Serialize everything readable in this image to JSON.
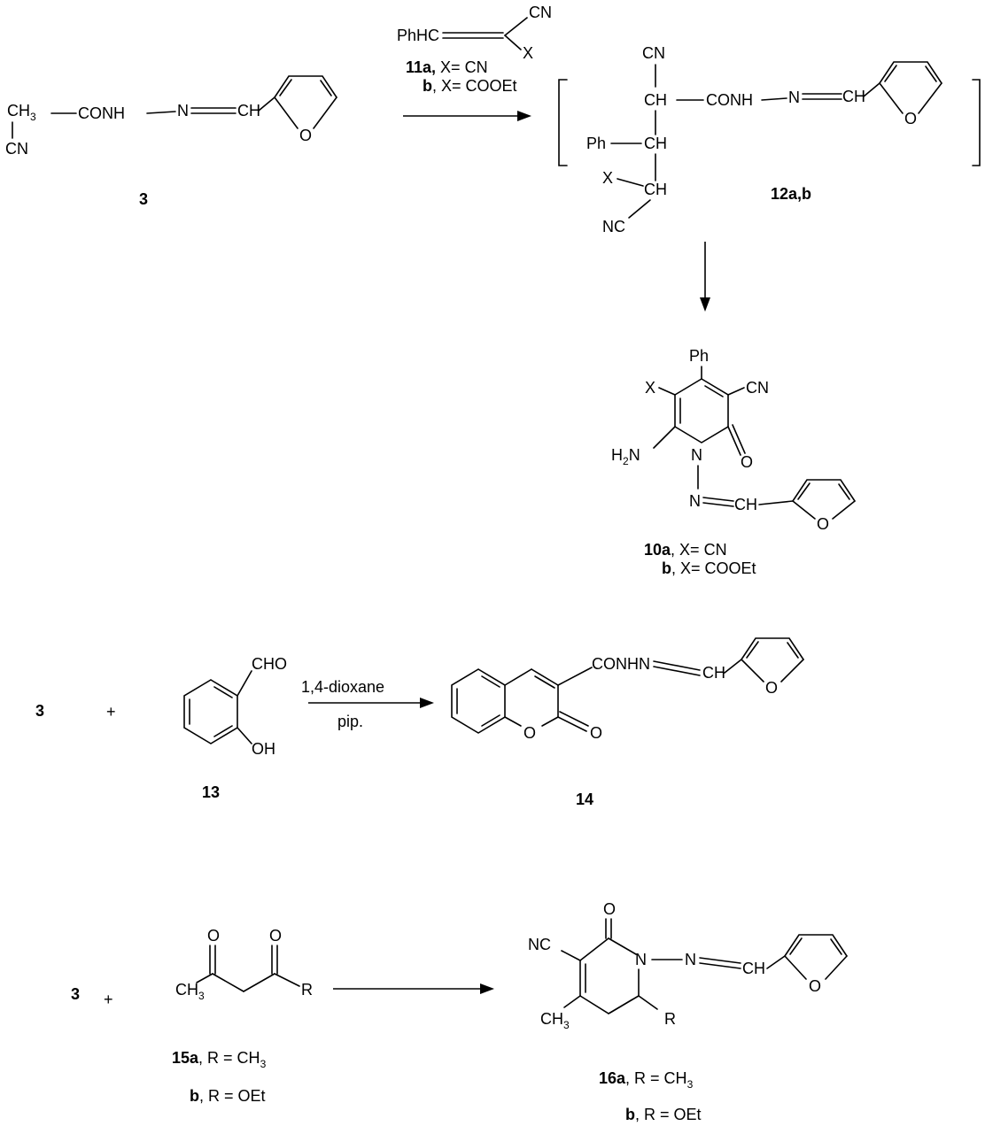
{
  "reaction1": {
    "compound3": {
      "ch3": "CH",
      "ch3_sub": "3",
      "cn": "CN",
      "conh": "CONH",
      "n": "N",
      "ch": "CH",
      "o": "O",
      "number": "3"
    },
    "reagent11": {
      "phhc": "PhHC",
      "cn": "CN",
      "x": "X",
      "label_a_num": "11a,",
      "label_a_text": " X= CN",
      "label_b_num": "b",
      "label_b_text": ", X= COOEt"
    },
    "intermediate12": {
      "cn_top": "CN",
      "ch1": "CH",
      "conh": "CONH",
      "n": "N",
      "ch_imine": "CH",
      "o": "O",
      "ph": "Ph",
      "ch2": "CH",
      "x": "X",
      "ch3": "CH",
      "nc": "NC",
      "number": "12a,b"
    },
    "product10": {
      "ph": "Ph",
      "cn": "CN",
      "x": "X",
      "h": "H",
      "h_sub": "2",
      "n_amine": "N",
      "n_ring": "N",
      "o_keto": "O",
      "n_imine": "N",
      "ch": "CH",
      "o_furan": "O",
      "label_a_num": "10a",
      "label_a_text": ", X= CN",
      "label_b_num": "b",
      "label_b_text": ", X= COOEt"
    }
  },
  "reaction2": {
    "compound3": "3",
    "plus": "+",
    "aldehyde": {
      "cho": "CHO",
      "oh": "OH",
      "number": "13"
    },
    "conditions": {
      "solvent": "1,4-dioxane",
      "base": "pip."
    },
    "product14": {
      "conhn": "CONHN",
      "ch": "CH",
      "o_furan": "O",
      "o_ring": "O",
      "o_keto": "O",
      "number": "14"
    }
  },
  "reaction3": {
    "compound3": "3",
    "plus": "+",
    "diketone": {
      "o1": "O",
      "o2": "O",
      "ch": "CH",
      "ch_sub": "3",
      "r": "R",
      "label_a_num": "15a",
      "label_a_text": ", R = CH",
      "label_a_sub": "3",
      "label_b_num": "b",
      "label_b_text": ", R = OEt"
    },
    "product16": {
      "o_keto": "O",
      "nc": "NC",
      "n_ring": "N",
      "n_imine": "N",
      "ch_imine": "CH",
      "o_furan": "O",
      "ch": "CH",
      "ch_sub": "3",
      "r": "R",
      "label_a_num": "16a",
      "label_a_text": ", R = CH",
      "label_a_sub": "3",
      "label_b_num": "b",
      "label_b_text": ", R = OEt"
    }
  }
}
